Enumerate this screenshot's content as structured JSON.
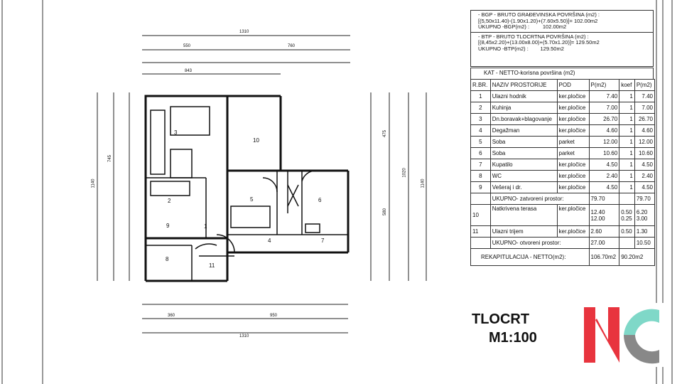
{
  "notes": {
    "bgp_title": "- BGP - BRUTO GRAĐEVINSKA POVRŠINA (m2) :",
    "bgp_formula": "[(5,50x11.40)-(1.90x1.20)+(7.60x5.50)]= 102.00m2",
    "bgp_total_label": "UKUPNO -BGP(m2) :",
    "bgp_total_value": "102.00m2",
    "btp_title": "- BTP - BRUTO TLOCRTNA POVRŠINA (m2) :",
    "btp_formula": "[(8,45x2.20)+(13.00x8.00)+(5.70x1.20)]= 129.50m2",
    "btp_total_label": "UKUPNO -BTP(m2) :",
    "btp_total_value": "129.50m2"
  },
  "kat_title": "KAT - NETTO-korisna površina (m2)",
  "table": {
    "headers": [
      "R.BR.",
      "NAZIV PROSTORIJE",
      "POD",
      "P(m2)",
      "koef",
      "P(m2)"
    ],
    "rows": [
      [
        "1",
        "Ulazni hodnik",
        "ker.pločice",
        "7.40",
        "1",
        "7.40"
      ],
      [
        "2",
        "Kuhinja",
        "ker.pločice",
        "7.00",
        "1",
        "7.00"
      ],
      [
        "3",
        "Dn.boravak+blagovanje",
        "ker.pločice",
        "26.70",
        "1",
        "26.70"
      ],
      [
        "4",
        "Degažman",
        "ker.pločice",
        "4.60",
        "1",
        "4.60"
      ],
      [
        "5",
        "Soba",
        "parket",
        "12.00",
        "1",
        "12.00"
      ],
      [
        "6",
        "Soba",
        "parket",
        "10.60",
        "1",
        "10.60"
      ],
      [
        "7",
        "Kupatilo",
        "ker.pločice",
        "4.50",
        "1",
        "4.50"
      ],
      [
        "8",
        "WC",
        "ker.pločice",
        "2.40",
        "1",
        "2.40"
      ],
      [
        "9",
        "Vešeraj i dr.",
        "ker.pločice",
        "4.50",
        "1",
        "4.50"
      ]
    ],
    "closed_total_label": "UKUPNO- zatvoreni prostor:",
    "closed_total_a": "79.70",
    "closed_total_b": "79.70",
    "terrace": {
      "num": "10",
      "name": "Natkrivena terasa",
      "floor": "ker.pločice",
      "p1": "12.40",
      "p2": "12.00",
      "k1": "0.50",
      "k2": "0.25",
      "r1": "6.20",
      "r2": "3.00"
    },
    "porch": [
      "11",
      "Ulazni trijem",
      "ker.pločice",
      "2.60",
      "0.50",
      "1.30"
    ],
    "open_total_label": "UKUPNO- otvoreni prostor:",
    "open_total_a": "27.00",
    "open_total_b": "10.50",
    "recap_label": "REKAPITULACIJA - NETTO(m2):",
    "recap_a": "106.70m2",
    "recap_b": "90.20m2"
  },
  "title": "TLOCRT",
  "scale": "M1:100",
  "dims": {
    "top_total": "1310",
    "top_a": "550",
    "top_b": "760",
    "top_c": "843",
    "bottom_total": "1310",
    "bottom_a": "360",
    "bottom_b": "950",
    "left_total": "1140",
    "left_a": "745",
    "right_total": "1140",
    "right_a": "1020",
    "right_b": "475",
    "right_c": "580"
  },
  "rooms": [
    "1",
    "2",
    "3",
    "4",
    "5",
    "6",
    "7",
    "8",
    "9",
    "10",
    "11"
  ],
  "colors": {
    "logo_red": "#e8343e",
    "logo_teal": "#7fd8c8",
    "logo_gray": "#888888"
  }
}
